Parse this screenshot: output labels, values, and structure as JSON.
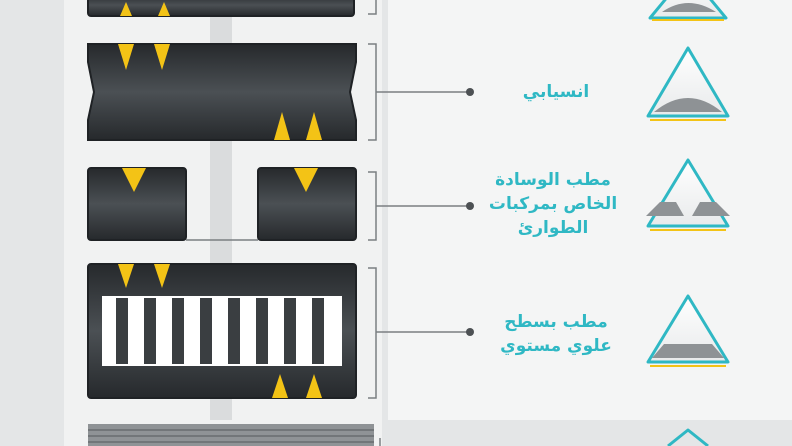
{
  "bearing_types": [
    {
      "id": "top-partial",
      "label": ""
    },
    {
      "id": "elastomeric",
      "label": "انسيابي"
    },
    {
      "id": "emergency-pad",
      "label": "مطب الوسادة الخاص بمركبات الطوارئ",
      "label_lines": [
        "مطب الوسادة",
        "الخاص بمركبات",
        "الطوارئ"
      ]
    },
    {
      "id": "flat-top",
      "label": "مطب بسطح علوي مستوي",
      "label_lines": [
        "مطب بسطح",
        "علوي مستوي"
      ]
    },
    {
      "id": "bottom-partial",
      "label": ""
    }
  ],
  "colors": {
    "accent": "#2fb8c4",
    "marker": "#f3c316",
    "slab": "#3a3e41",
    "icon_outline": "#2fb8c4",
    "icon_fill": "#8e9295"
  },
  "icons": [
    "triangle-profile-icon"
  ]
}
